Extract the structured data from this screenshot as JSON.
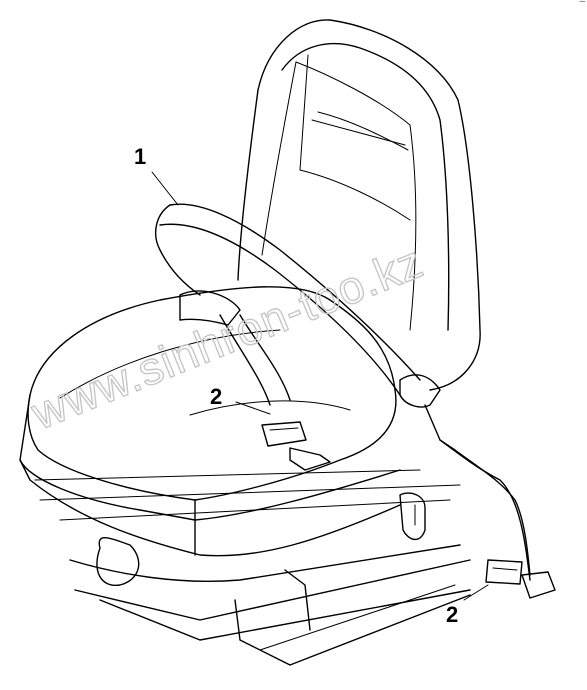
{
  "callouts": {
    "seat_belt": "1",
    "belt_anchor_inner": "2",
    "belt_anchor_outer": "2"
  },
  "watermark": "www.sinhron-too.kz",
  "corner_mark": "–"
}
